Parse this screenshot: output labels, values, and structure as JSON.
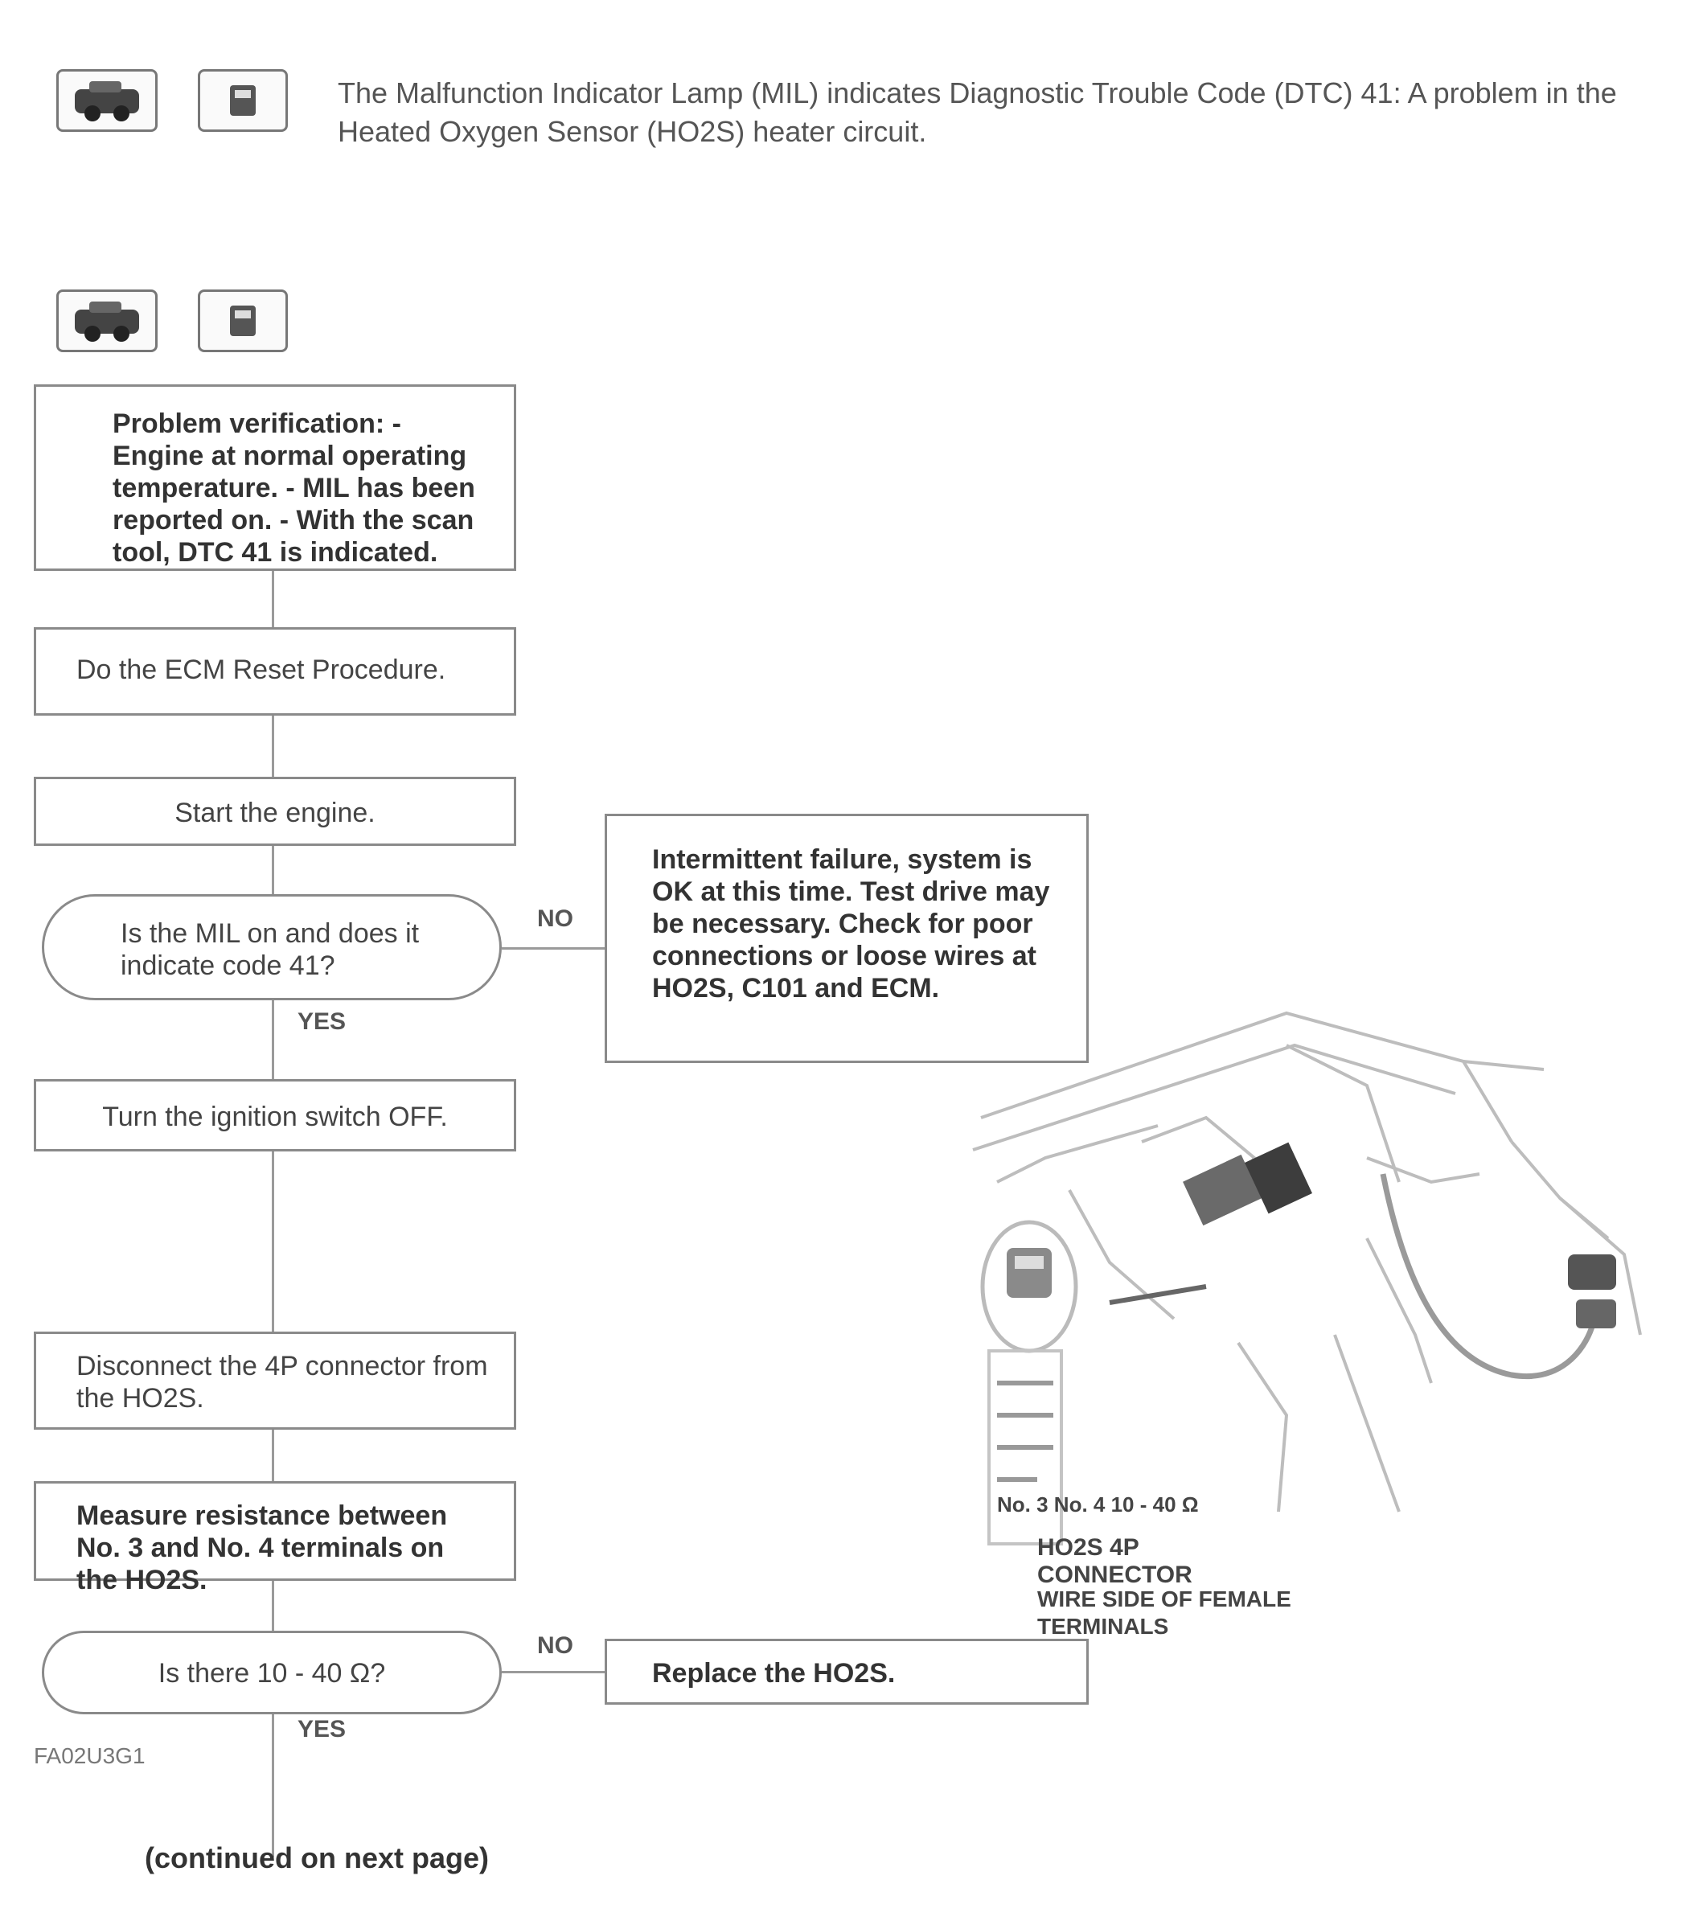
{
  "header": {
    "description": "The Malfunction Indicator Lamp (MIL) indicates Diagnostic Trouble Code (DTC) 41: A problem in the Heated Oxygen Sensor (HO2S) heater circuit."
  },
  "flowchart": {
    "intro_box": "Problem verification: - Engine at normal operating temperature. - MIL has been reported on. - With the scan tool, DTC 41 is indicated.",
    "step_reset": "Do the ECM Reset Procedure.",
    "step_start": "Start the engine.",
    "question_mil": "Is the MIL on and does it indicate code 41?",
    "answer_no_1": "NO",
    "answer_yes_1": "YES",
    "intermittent_box": "Intermittent failure, system is OK at this time. Test drive may be necessary. Check for poor connections or loose wires at HO2S, C101 and ECM.",
    "step_ignition_off": "Turn the ignition switch OFF.",
    "step_disconnect": "Disconnect the 4P connector from the HO2S.",
    "step_measure": "Measure resistance between No. 3 and No. 4 terminals on the HO2S.",
    "question_resistance": "Is there 10 - 40 Ω?",
    "answer_no_2": "NO",
    "answer_yes_2": "YES",
    "replace_box": "Replace the HO2S.",
    "continued": "(continued on next page)",
    "figure_code": "FA02U3G1"
  },
  "illustration": {
    "callout_terminal": "HO2S 4P CONNECTOR",
    "callout_values": "No. 3    No. 4    10 - 40 Ω",
    "callout_wire": "WIRE SIDE OF FEMALE TERMINALS"
  }
}
